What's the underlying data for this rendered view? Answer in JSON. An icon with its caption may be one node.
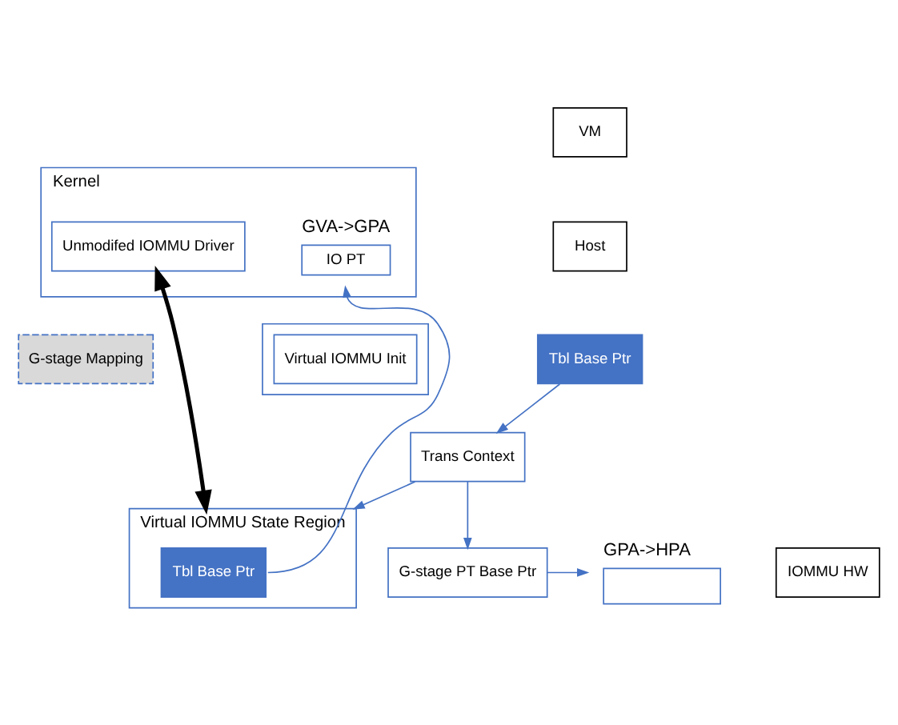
{
  "diagram": {
    "nodes": [
      {
        "text": [
          "Kernel"
        ]
      },
      {
        "text": [
          "Unmodifed IOMMU Driver"
        ],
        "in": 0
      },
      {
        "text": [
          "IO PT"
        ],
        "in": 0,
        "beside": [
          "GVA->GPA"
        ]
      },
      {
        "text": [
          "VM"
        ]
      },
      {
        "text": [
          "G-stage Mapping"
        ]
      },
      {
        "text": [],
        "shape": "box"
      },
      {
        "text": [
          "Virtual IOMMU Init"
        ],
        "in": 5
      },
      {
        "text": [
          "Host"
        ]
      },
      {
        "text": [
          "Tbl Base Ptr"
        ]
      },
      {
        "text": [
          "Trans Context"
        ]
      },
      {
        "text": [
          "Virtual IOMMU State Region"
        ]
      },
      {
        "text": [
          "Tbl Base Ptr"
        ],
        "in": 10
      },
      {
        "text": [
          "G-stage PT Base Ptr"
        ]
      },
      {
        "text": [],
        "shape": "box",
        "beside": [
          "GPA->HPA"
        ]
      },
      {
        "text": [
          "IOMMU HW"
        ]
      }
    ],
    "edges": [
      {
        "from": 1,
        "to": 10,
        "arrow": "both",
        "style": "thick",
        "color": "#000000"
      },
      {
        "from": 8,
        "to": 9,
        "arrow": "to"
      },
      {
        "from": 9,
        "to": 10,
        "arrow": "to"
      },
      {
        "from": 9,
        "to": 12,
        "arrow": "to"
      },
      {
        "from": 11,
        "to": 2,
        "arrow": "to"
      },
      {
        "from": 12,
        "to": 13,
        "arrow": "to"
      }
    ]
  }
}
